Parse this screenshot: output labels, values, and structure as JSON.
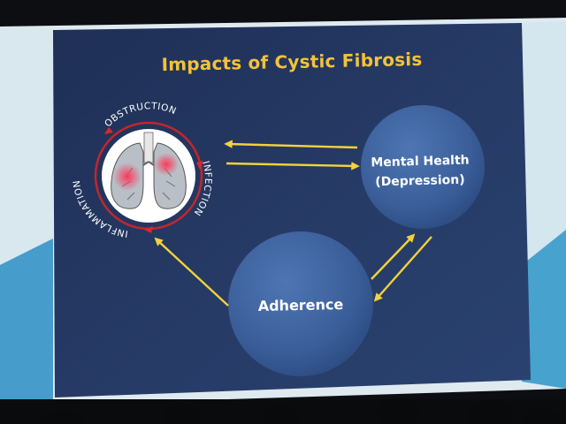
{
  "slide": {
    "title": "Impacts of Cystic Fibrosis",
    "cycle_words": {
      "top": "OBSTRUCTION",
      "right": "INFECTION",
      "left": "INFLAMMATION"
    },
    "nodes": {
      "mental_health_line1": "Mental Health",
      "mental_health_line2": "(Depression)",
      "adherence": "Adherence"
    },
    "colors": {
      "slide_background": "#24355e",
      "title": "#f2c23a",
      "arrow": "#f3d23a",
      "circle": "#3a5f9c",
      "cycle_ring": "#c4262b"
    }
  }
}
